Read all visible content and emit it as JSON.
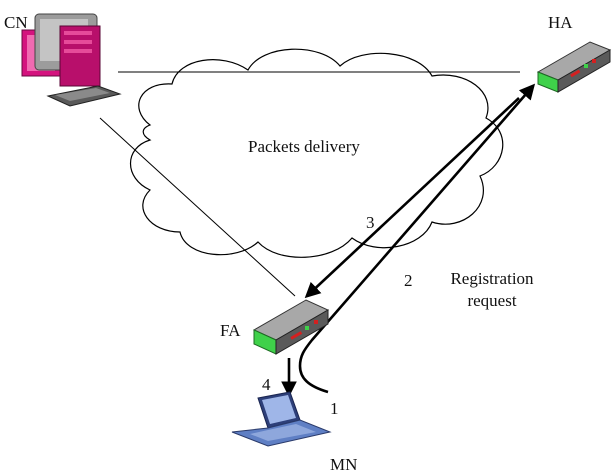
{
  "nodes": {
    "cn": {
      "label": "CN",
      "icon": "desktop-computer-icon"
    },
    "ha": {
      "label": "HA",
      "icon": "router-icon"
    },
    "fa": {
      "label": "FA",
      "icon": "router-icon"
    },
    "mn": {
      "label": "MN",
      "icon": "laptop-icon"
    }
  },
  "cloud": {
    "label": "Packets delivery"
  },
  "steps": {
    "s1": "1",
    "s2": "2",
    "s3": "3",
    "s4": "4"
  },
  "registration": {
    "line1": "Registration",
    "line2": "request"
  },
  "colors": {
    "line": "#000000",
    "router_body": "#7a7a7a",
    "router_green": "#3fd14a",
    "router_red": "#d42020",
    "computer_magenta": "#e0107a",
    "laptop_blue": "#5f7fc4"
  }
}
